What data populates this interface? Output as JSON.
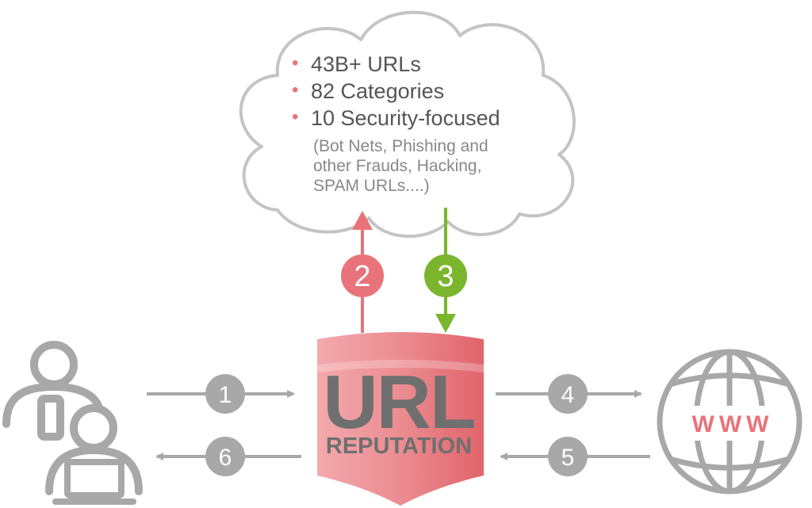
{
  "cloud": {
    "bullets": [
      "43B+ URLs",
      "82 Categories",
      "10 Security-focused"
    ],
    "bullet_marker": "•",
    "sub_lines": [
      "(Bot Nets, Phishing and",
      "other Frauds, Hacking,",
      "SPAM URLs....)"
    ]
  },
  "shield": {
    "title": "URL",
    "subtitle": "REPUTATION"
  },
  "globe": {
    "label": "WWW"
  },
  "steps": {
    "s1": "1",
    "s2": "2",
    "s3": "3",
    "s4": "4",
    "s5": "5",
    "s6": "6"
  },
  "colors": {
    "gray": "#a8a8a8",
    "dark_gray": "#6f6f6f",
    "red": "#e8737a",
    "green": "#7bb52d"
  },
  "icons": [
    "users-icon",
    "laptop-icon",
    "cloud-icon",
    "shield-icon",
    "globe-icon",
    "arrow-icon"
  ]
}
